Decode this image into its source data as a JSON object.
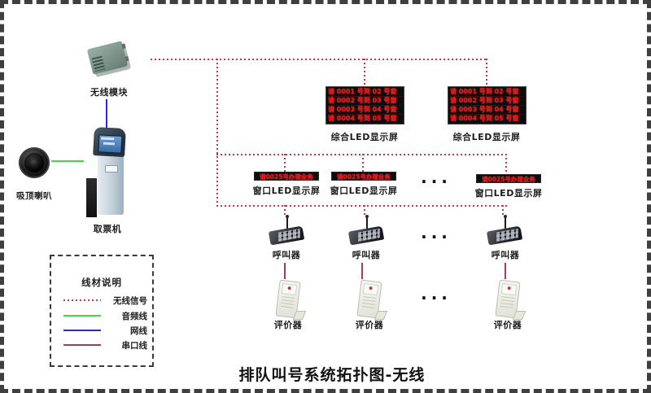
{
  "diagram": {
    "title": "排队叫号系统拓扑图-无线",
    "ellipsis": "···",
    "nodes": {
      "wireless_module": {
        "label": "无线模块"
      },
      "ceiling_speaker": {
        "label": "吸顶喇叭"
      },
      "ticket_machine": {
        "label": "取票机"
      },
      "comprehensive_led": {
        "label": "综合LED显示屏",
        "rows": [
          "请 0001 号到 02 号窗",
          "请 0002 号到 03 号窗",
          "请 0003 号到 04 号窗",
          "请 0004 号到 05 号窗"
        ]
      },
      "window_led": {
        "label": "窗口LED显示屏",
        "text": "请0025号办理业务"
      },
      "caller": {
        "label": "呼叫器"
      },
      "evaluator": {
        "label": "评价器"
      }
    },
    "legend": {
      "title": "线材说明",
      "items": [
        {
          "label": "无线信号",
          "style": "dashed",
          "color": "#c43750"
        },
        {
          "label": "音频线",
          "style": "solid",
          "color": "#3ddc3d"
        },
        {
          "label": "网线",
          "style": "solid",
          "color": "#2a2ad8"
        },
        {
          "label": "串口线",
          "style": "solid",
          "color": "#a83a5a"
        }
      ]
    },
    "colors": {
      "wireless": "#c43750",
      "audio": "#3ddc3d",
      "network": "#2a2ad8",
      "serial": "#a83a5a",
      "led": "#e61414"
    }
  }
}
